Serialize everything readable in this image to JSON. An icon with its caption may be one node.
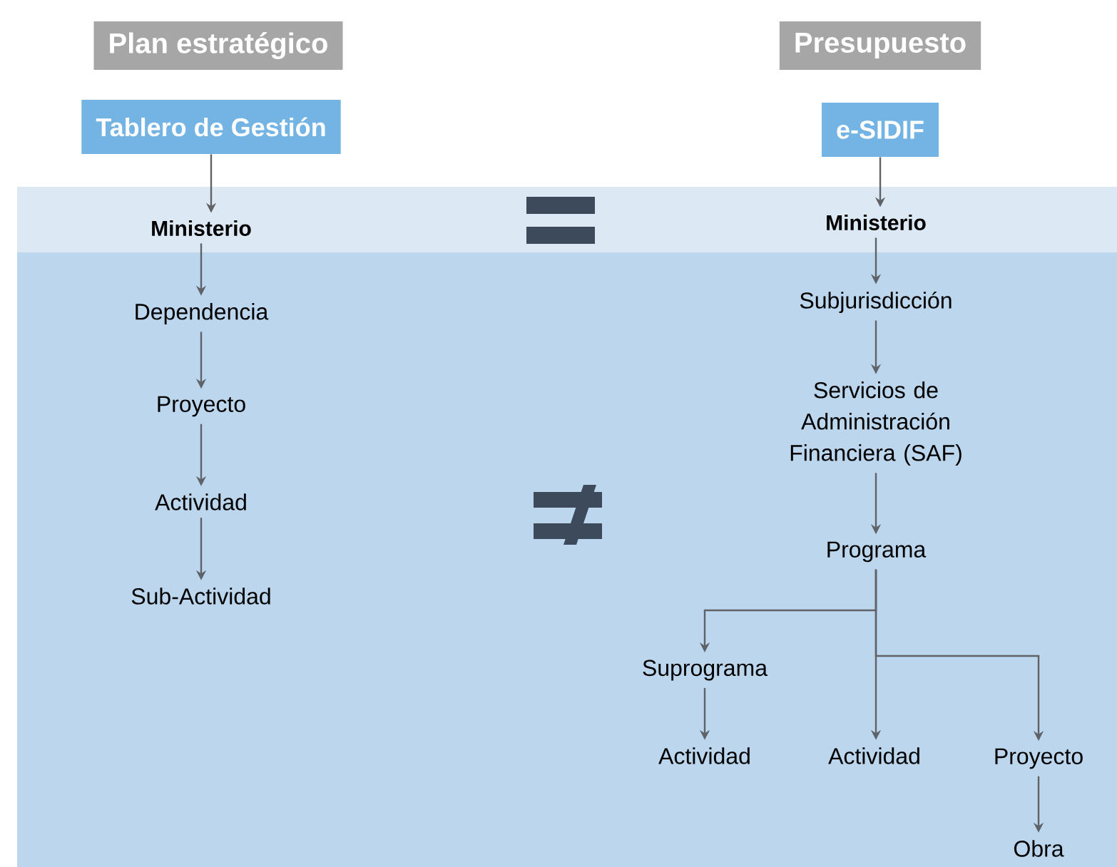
{
  "diagram": {
    "nodes": [
      {
        "text": [
          "Plan estratégico"
        ]
      },
      {
        "text": [
          "Tablero de Gestión"
        ]
      },
      {
        "text": [
          "Ministerio"
        ]
      },
      {
        "text": [
          "Dependencia"
        ]
      },
      {
        "text": [
          "Proyecto"
        ]
      },
      {
        "text": [
          "Actividad"
        ]
      },
      {
        "text": [
          "Sub-Actividad"
        ]
      },
      {
        "text": [
          "Presupuesto"
        ]
      },
      {
        "text": [
          "e-SIDIF"
        ]
      },
      {
        "text": [
          "Ministerio"
        ]
      },
      {
        "text": [
          "Subjurisdicción"
        ]
      },
      {
        "text": [
          "Servicios de Administración Financiera (SAF)"
        ]
      },
      {
        "text": [
          "Programa"
        ]
      },
      {
        "text": [
          "Suprograma"
        ]
      },
      {
        "text": [
          "Actividad"
        ]
      },
      {
        "text": [
          "Actividad"
        ]
      },
      {
        "text": [
          "Proyecto"
        ]
      },
      {
        "text": [
          "Obra"
        ]
      }
    ],
    "edges": [
      {
        "from": 1,
        "to": 2,
        "arrow": "to"
      },
      {
        "from": 2,
        "to": 3,
        "arrow": "to"
      },
      {
        "from": 3,
        "to": 4,
        "arrow": "to"
      },
      {
        "from": 4,
        "to": 5,
        "arrow": "to"
      },
      {
        "from": 5,
        "to": 6,
        "arrow": "to"
      },
      {
        "from": 8,
        "to": 9,
        "arrow": "to"
      },
      {
        "from": 9,
        "to": 10,
        "arrow": "to"
      },
      {
        "from": 10,
        "to": 11,
        "arrow": "to"
      },
      {
        "from": 11,
        "to": 12,
        "arrow": "to"
      },
      {
        "from": 12,
        "to": 13,
        "arrow": "to"
      },
      {
        "from": 12,
        "to": 15,
        "arrow": "to"
      },
      {
        "from": 12,
        "to": 16,
        "arrow": "to"
      },
      {
        "from": 13,
        "to": 14,
        "arrow": "to"
      },
      {
        "from": 16,
        "to": 17,
        "arrow": "to"
      }
    ]
  }
}
